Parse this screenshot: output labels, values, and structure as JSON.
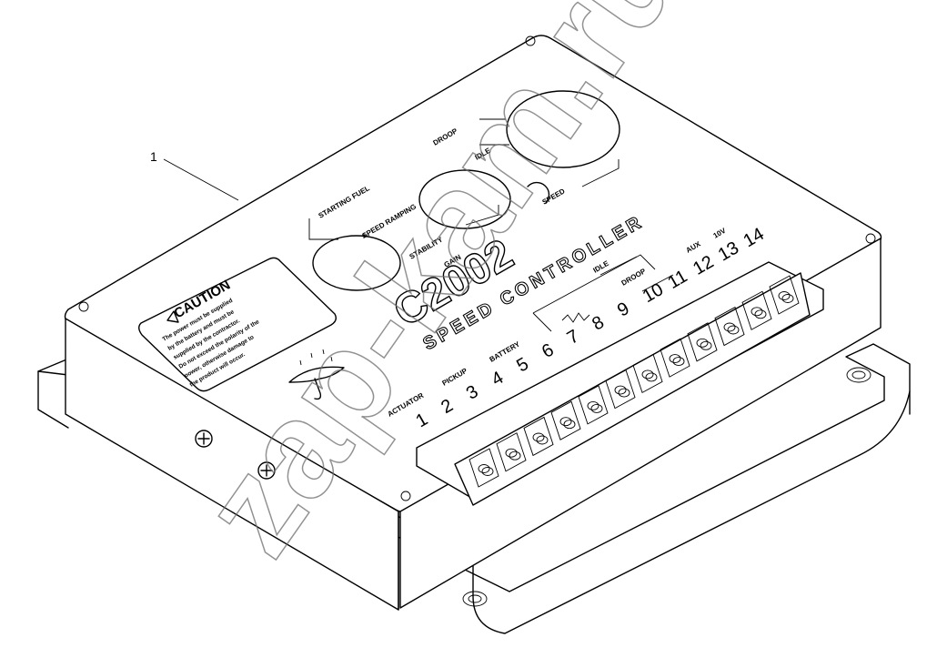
{
  "diagram": {
    "callout": "1",
    "model": "C2002",
    "subtitle": "SPEED CONTROLLER",
    "caution": {
      "title": "CAUTION",
      "lines": [
        "The power must be supplied",
        "by the battery and must be",
        "supplied by the contractor.",
        "Do not exceed the polarity of the",
        "power, otherwise damage to",
        "the product will occur."
      ]
    },
    "pot_labels": {
      "droop": "DROOP",
      "idle": "IDLE",
      "speed": "SPEED",
      "stability": "STABILITY",
      "gain": "GAIN",
      "starting_fuel": "STARTING FUEL",
      "speed_ramping": "SPEED RAMPING"
    },
    "terminal_labels": {
      "actuator": "ACTUATOR",
      "pickup": "PICKUP",
      "battery": "BATTERY",
      "idle": "IDLE",
      "droop": "DROOP",
      "aux": "AUX",
      "ten_v": "10V"
    },
    "terminals": [
      "1",
      "2",
      "3",
      "4",
      "5",
      "6",
      "7",
      "8",
      "9",
      "10",
      "11",
      "12",
      "13",
      "14"
    ],
    "watermark": "zap-kam.ru"
  }
}
